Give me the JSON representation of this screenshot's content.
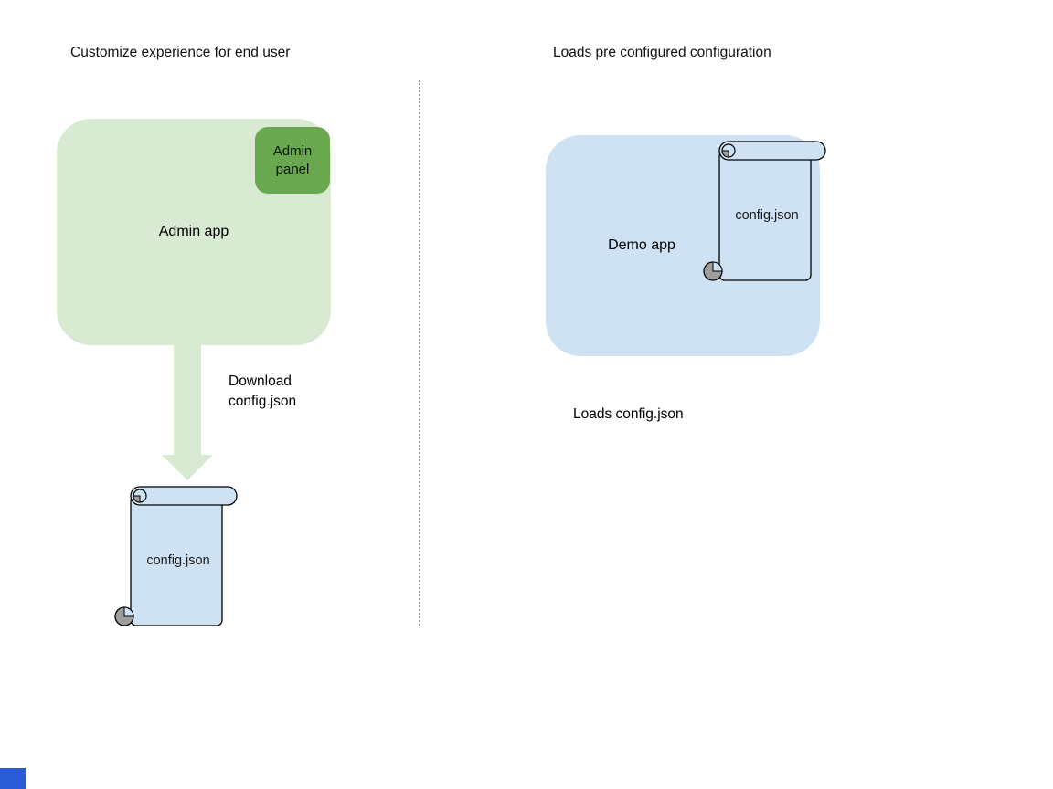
{
  "left_section": {
    "title": "Customize experience for end user",
    "admin_app": {
      "label": "Admin app"
    },
    "admin_panel": {
      "label": "Admin\npanel"
    },
    "arrow_note": "Download\nconfig.json",
    "scroll": {
      "label": "config.json"
    }
  },
  "right_section": {
    "title": "Loads pre configured configuration",
    "demo_app": {
      "label": "Demo app"
    },
    "scroll": {
      "label": "config.json"
    },
    "caption": "Loads config.json"
  },
  "colors": {
    "app_box_green": "#d9ead3",
    "panel_green": "#6aa84f",
    "app_box_blue": "#cfe2f3",
    "scroll_fill": "#cfe2f3",
    "scroll_stroke": "#000000",
    "scroll_curl_gray": "#9e9e9e",
    "arrow_green": "#d9ead3",
    "divider_gray": "#979797",
    "corner_square_blue": "#2a5bd7",
    "text": "#000000"
  }
}
